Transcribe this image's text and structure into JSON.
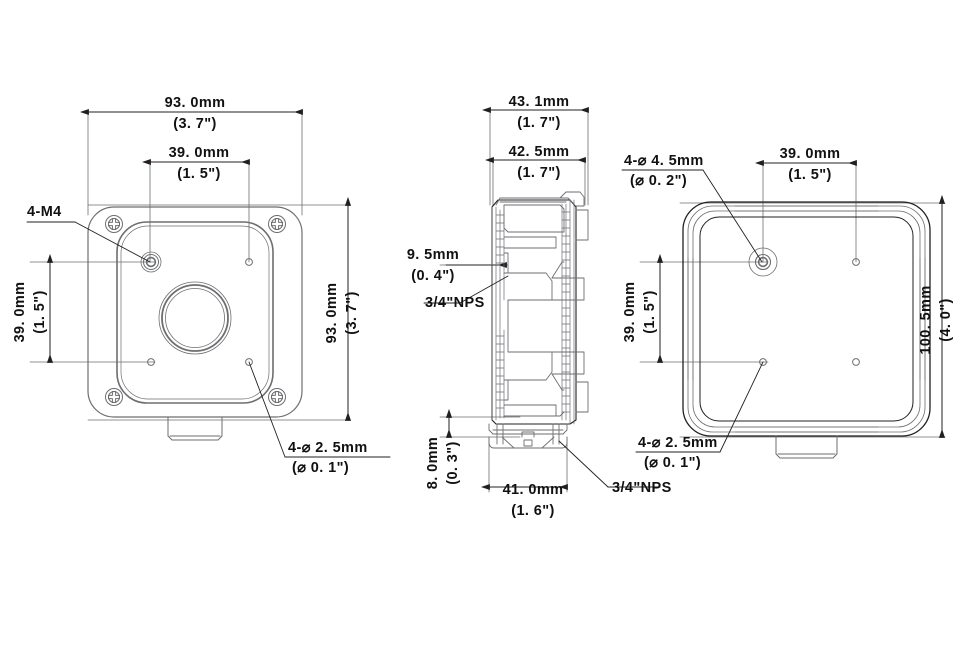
{
  "drawing": {
    "title": "Junction box dimensional drawing",
    "units_note": "mm with inch equivalents in parentheses",
    "line_color": "#231f20",
    "thin_color": "#6d6e71",
    "text_color": "#111111"
  },
  "views": {
    "left": {
      "name": "bottom-plate-view",
      "dimensions": {
        "top_overall": {
          "mm": "93. 0mm",
          "inch": "(3. 7\")"
        },
        "top_hole_spacing": {
          "mm": "39. 0mm",
          "inch": "(1. 5\")"
        },
        "right_overall": {
          "mm": "93. 0mm",
          "inch": "(3. 7\")"
        },
        "left_hole_spacing": {
          "mm": "39. 0mm",
          "inch": "(1. 5\")"
        }
      },
      "callouts": {
        "thread": "4-M4",
        "small_hole_mm": "4-⌀ 2. 5mm",
        "small_hole_inch": "(⌀ 0. 1\")"
      }
    },
    "middle": {
      "name": "side-section-view",
      "dimensions": {
        "outer_width": {
          "mm": "43. 1mm",
          "inch": "(1. 7\")"
        },
        "inner_width": {
          "mm": "42. 5mm",
          "inch": "(1. 7\")"
        },
        "step_depth": {
          "mm": "9. 5mm",
          "inch": "(0. 4\")"
        },
        "base_height": {
          "mm": "8. 0mm",
          "inch": "(0. 3\")"
        },
        "base_width": {
          "mm": "41. 0mm",
          "inch": "(1. 6\")"
        }
      },
      "callouts": {
        "nps_top": "3/4\"NPS",
        "nps_bottom": "3/4\"NPS"
      }
    },
    "right": {
      "name": "cover-view",
      "dimensions": {
        "top_hole_spacing": {
          "mm": "39. 0mm",
          "inch": "(1. 5\")"
        },
        "right_overall": {
          "mm": "100. 5mm",
          "inch": "(4. 0\")"
        },
        "left_hole_spacing": {
          "mm": "39. 0mm",
          "inch": "(1. 5\")"
        }
      },
      "callouts": {
        "mount_hole_mm": "4-⌀ 4. 5mm",
        "mount_hole_inch": "(⌀ 0. 2\")",
        "small_hole_mm": "4-⌀ 2. 5mm",
        "small_hole_inch": "(⌀ 0. 1\")"
      }
    }
  }
}
